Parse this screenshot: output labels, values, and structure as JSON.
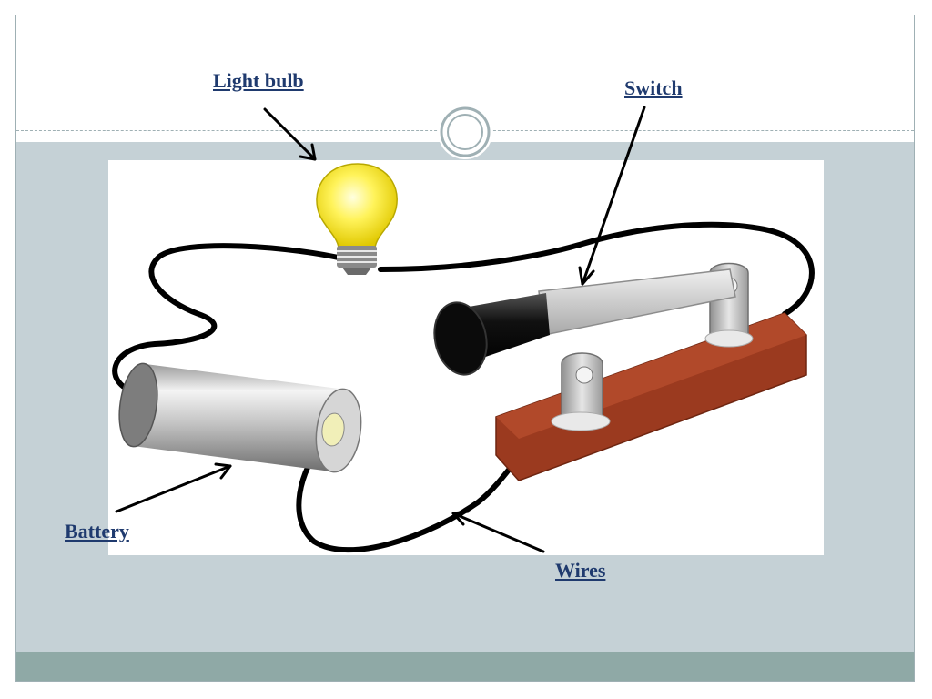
{
  "slide": {
    "colors": {
      "title_background": "#ffffff",
      "content_background": "#c5d1d6",
      "footer_band": "#8fa9a6",
      "label_text": "#1f3a6e",
      "wire": "#000000",
      "bulb_glass": "#f7ec2e",
      "switch_base": "#9b3a1f",
      "switch_blade": "#cfcfcf",
      "switch_handle": "#111111",
      "battery_body": "#c9c9c9"
    }
  },
  "diagram": {
    "labels": {
      "light_bulb": "Light bulb",
      "switch": "Switch",
      "battery": "Battery",
      "wires": "Wires"
    },
    "components": [
      "light-bulb",
      "switch",
      "battery",
      "wires"
    ]
  }
}
